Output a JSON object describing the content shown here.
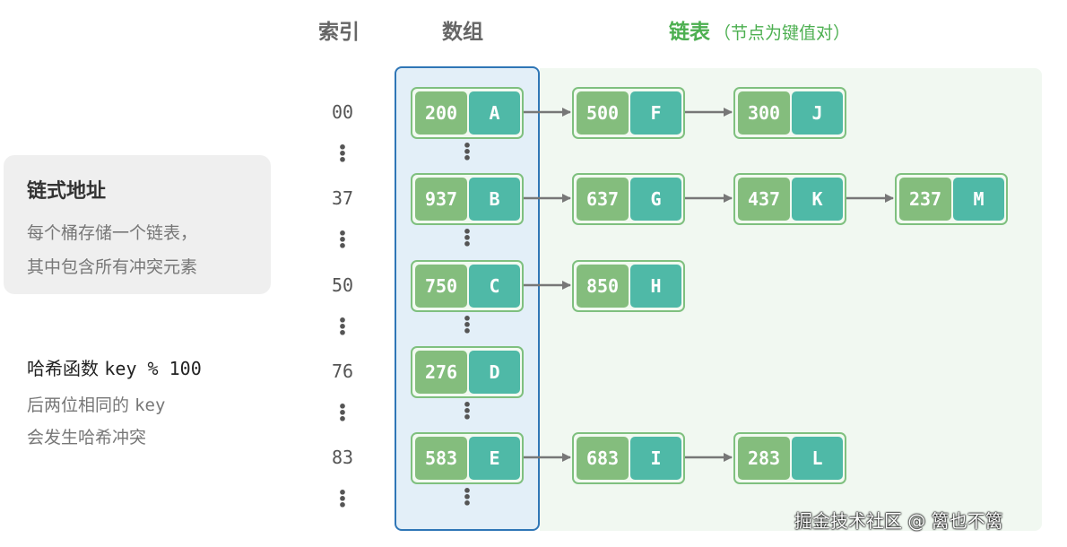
{
  "headers": {
    "index": "索引",
    "array": "数组",
    "list": "链表",
    "list_sub": "（节点为键值对）"
  },
  "card": {
    "title": "链式地址",
    "text": "每个桶存储一个链表，\n其中包含所有冲突元素"
  },
  "hash": {
    "title_prefix": "哈希函数",
    "title_code": "key % 100",
    "line1_prefix": "后两位相同的",
    "line1_code": "key",
    "line2": "会发生哈希冲突"
  },
  "indices": [
    "00",
    "37",
    "50",
    "76",
    "83"
  ],
  "buckets": [
    {
      "key": "200",
      "val": "A",
      "chain": [
        {
          "key": "500",
          "val": "F"
        },
        {
          "key": "300",
          "val": "J"
        }
      ]
    },
    {
      "key": "937",
      "val": "B",
      "chain": [
        {
          "key": "637",
          "val": "G"
        },
        {
          "key": "437",
          "val": "K"
        },
        {
          "key": "237",
          "val": "M"
        }
      ]
    },
    {
      "key": "750",
      "val": "C",
      "chain": [
        {
          "key": "850",
          "val": "H"
        }
      ]
    },
    {
      "key": "276",
      "val": "D",
      "chain": []
    },
    {
      "key": "583",
      "val": "E",
      "chain": [
        {
          "key": "683",
          "val": "I"
        },
        {
          "key": "283",
          "val": "L"
        }
      ]
    }
  ],
  "watermark": "掘金技术社区 @ 篱也不篱",
  "colors": {
    "key_bg": "#84bd7d",
    "val_bg": "#4fb9a7",
    "array_border": "#2f76b6",
    "title_green": "#4caf50"
  }
}
